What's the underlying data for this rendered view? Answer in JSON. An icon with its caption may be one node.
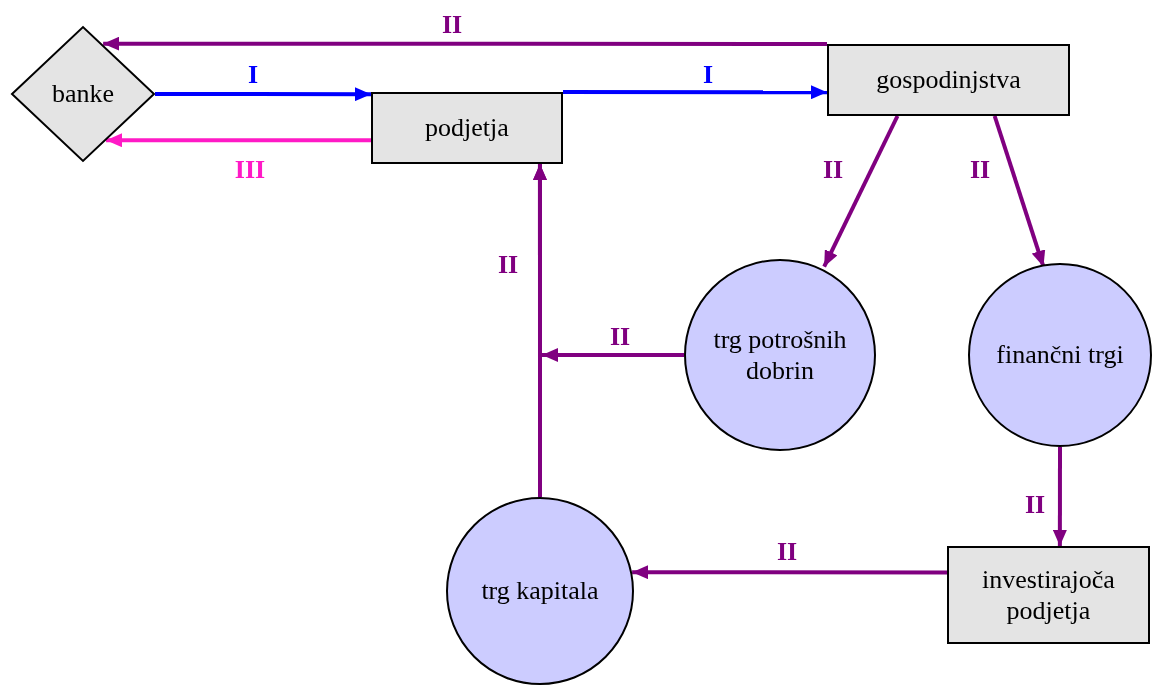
{
  "diagram": {
    "nodes": [
      {
        "text": [
          "banke"
        ]
      },
      {
        "text": [
          "podjetja"
        ]
      },
      {
        "text": [
          "gospodinjstva"
        ]
      },
      {
        "text": [
          "trg potrošnih dobrin"
        ]
      },
      {
        "text": [
          "finančni trgi"
        ]
      },
      {
        "text": [
          "trg kapitala"
        ]
      },
      {
        "text": [
          "investirajoča podjetja"
        ]
      }
    ],
    "edges": [
      {
        "from": 0,
        "to": 1,
        "arrow": "to",
        "label": "I",
        "color": "#0000ff"
      },
      {
        "from": 1,
        "to": 2,
        "arrow": "to",
        "label": "I",
        "color": "#0000ff"
      },
      {
        "from": 2,
        "to": 0,
        "arrow": "to",
        "label": "II"
      },
      {
        "from": 1,
        "to": 0,
        "arrow": "to",
        "label": "III",
        "color": "#ff1ac6"
      },
      {
        "from": 2,
        "to": 3,
        "arrow": "to",
        "label": "II"
      },
      {
        "from": 2,
        "to": 4,
        "arrow": "to",
        "label": "II"
      },
      {
        "from": 4,
        "to": 6,
        "arrow": "to",
        "label": "II"
      },
      {
        "from": 6,
        "to": 5,
        "arrow": "to",
        "label": "II"
      },
      {
        "from": 5,
        "to": 1,
        "arrow": "to",
        "label": "II"
      },
      {
        "from": 3,
        "to": 1,
        "arrow": "to",
        "label": "II"
      }
    ]
  }
}
